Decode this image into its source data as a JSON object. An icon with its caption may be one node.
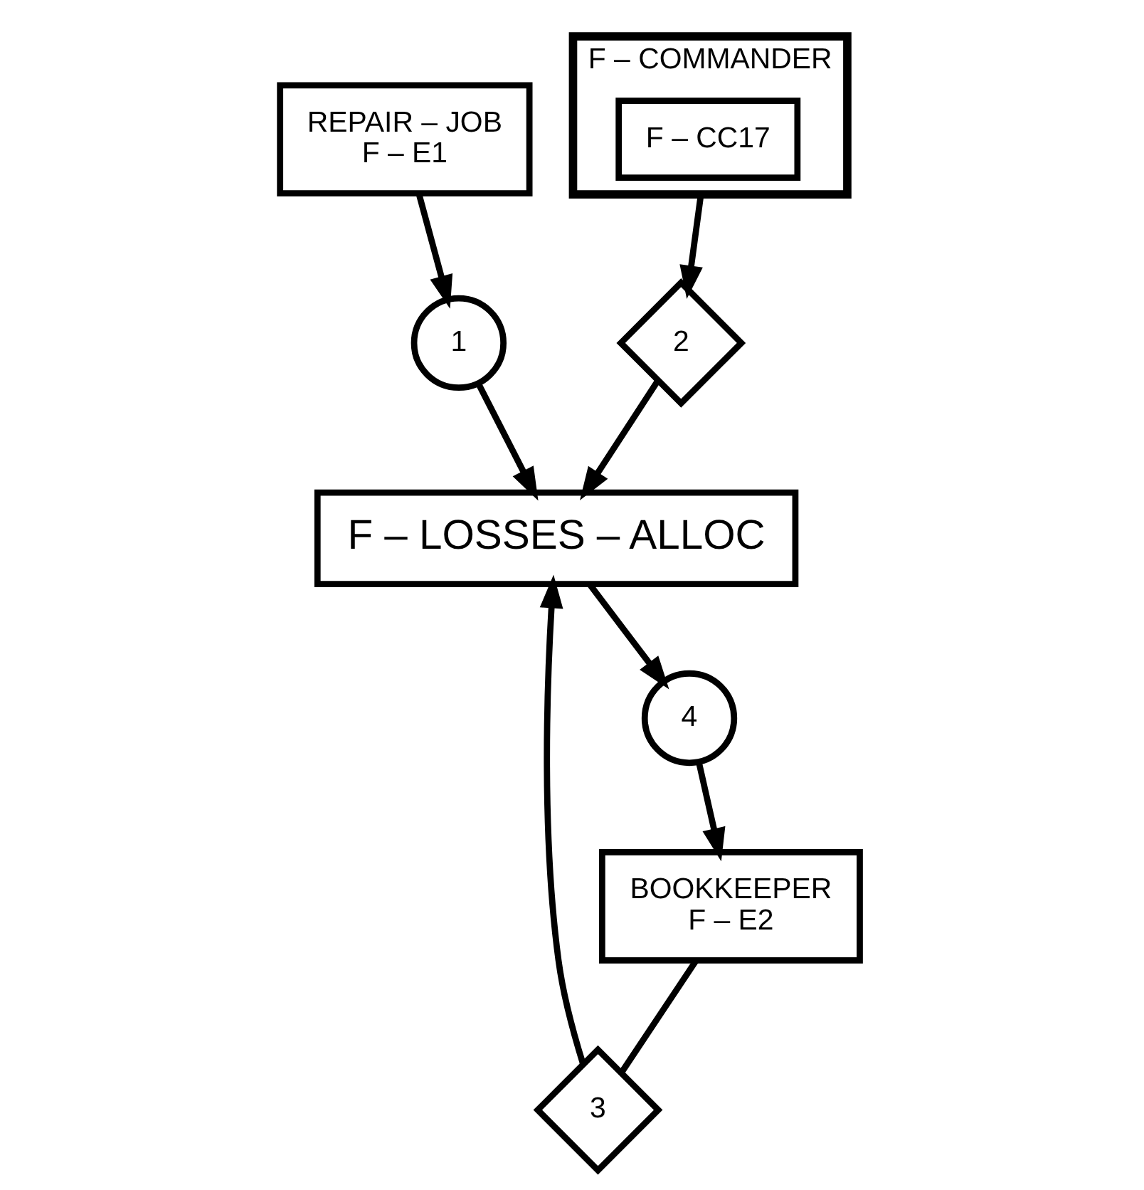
{
  "diagram": {
    "nodes": [
      {
        "text": [
          "REPAIR – JOB",
          "F – E1"
        ]
      },
      {
        "text": [
          "BOOKKEEPER",
          "F – E2"
        ]
      },
      {
        "text": [
          "1"
        ]
      },
      {
        "text": [
          "3"
        ]
      },
      {
        "text": [
          "F – LOSSES – ALLOC"
        ]
      },
      {
        "text": [
          "2"
        ]
      },
      {
        "text": [
          "4"
        ]
      },
      {
        "text": [
          "F – COMMANDER"
        ]
      },
      {
        "text": [
          "F – CC17"
        ],
        "in": 7
      }
    ],
    "edges": [
      {
        "from": 0,
        "to": 2,
        "arrow": "to"
      },
      {
        "from": 2,
        "to": 4,
        "arrow": "to"
      },
      {
        "from": 1,
        "to": 3,
        "arrow": "none"
      },
      {
        "from": 3,
        "to": 4,
        "arrow": "to"
      },
      {
        "from": 5,
        "to": 4,
        "arrow": "to"
      },
      {
        "from": 7,
        "to": 5,
        "arrow": "to"
      },
      {
        "from": 4,
        "to": 6,
        "arrow": "to"
      },
      {
        "from": 6,
        "to": 1,
        "arrow": "to"
      }
    ]
  }
}
